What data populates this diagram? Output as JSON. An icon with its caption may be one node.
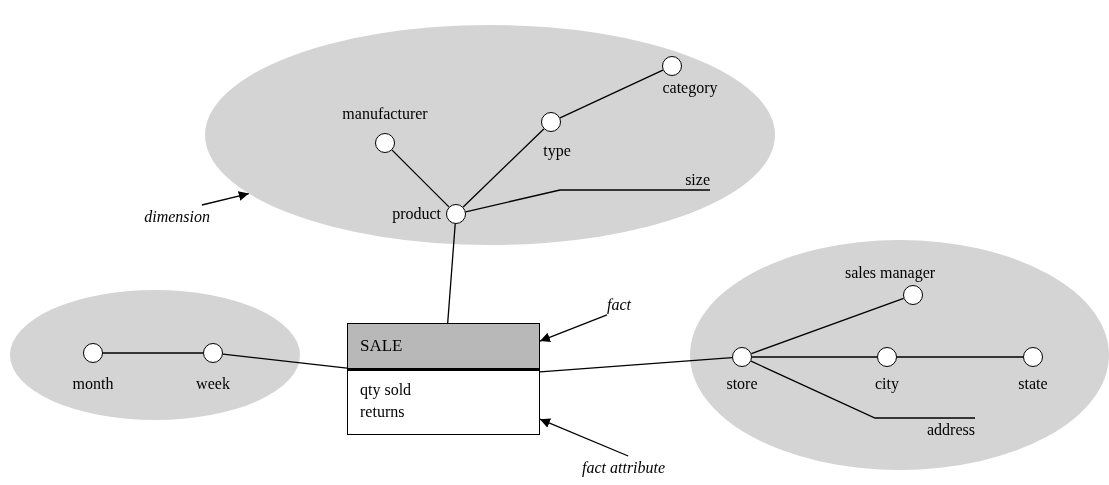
{
  "diagram": {
    "nodes": [
      {
        "text": [],
        "shape": "ellipse"
      },
      {
        "text": [],
        "shape": "circle",
        "in": 0,
        "beside": [
          "manufacturer"
        ]
      },
      {
        "text": [],
        "shape": "circle",
        "in": 0,
        "beside": [
          "category"
        ]
      },
      {
        "text": [],
        "shape": "circle",
        "in": 0,
        "beside": [
          "type"
        ]
      },
      {
        "text": [],
        "shape": "circle",
        "in": 0,
        "beside": [
          "product"
        ]
      },
      {
        "text": [
          "size"
        ],
        "in": 0
      },
      {
        "text": [
          "dimension"
        ]
      },
      {
        "text": [],
        "shape": "ellipse"
      },
      {
        "text": [],
        "shape": "circle",
        "in": 7,
        "beside": [
          "month"
        ]
      },
      {
        "text": [],
        "shape": "circle",
        "in": 7,
        "beside": [
          "week"
        ]
      },
      {
        "text": [
          "SALE",
          "qty sold",
          "returns"
        ]
      },
      {
        "text": [
          "fact"
        ]
      },
      {
        "text": [
          "fact attribute"
        ]
      },
      {
        "text": [],
        "shape": "ellipse"
      },
      {
        "text": [],
        "shape": "circle",
        "in": 13,
        "beside": [
          "sales manager"
        ]
      },
      {
        "text": [],
        "shape": "circle",
        "in": 13,
        "beside": [
          "store"
        ]
      },
      {
        "text": [],
        "shape": "circle",
        "in": 13,
        "beside": [
          "city"
        ]
      },
      {
        "text": [],
        "shape": "circle",
        "in": 13,
        "beside": [
          "state"
        ]
      },
      {
        "text": [
          "address"
        ],
        "in": 13
      }
    ],
    "edges": [
      {
        "from": 4,
        "to": 1,
        "arrow": "none"
      },
      {
        "from": 4,
        "to": 3,
        "arrow": "none"
      },
      {
        "from": 3,
        "to": 2,
        "arrow": "none"
      },
      {
        "from": 4,
        "to": 5,
        "arrow": "none"
      },
      {
        "from": 6,
        "to": 0,
        "arrow": "to"
      },
      {
        "from": 4,
        "to": 10,
        "arrow": "none"
      },
      {
        "from": 8,
        "to": 9,
        "arrow": "none"
      },
      {
        "from": 9,
        "to": 10,
        "arrow": "none"
      },
      {
        "from": 10,
        "to": 15,
        "arrow": "none"
      },
      {
        "from": 15,
        "to": 14,
        "arrow": "none"
      },
      {
        "from": 15,
        "to": 16,
        "arrow": "none"
      },
      {
        "from": 16,
        "to": 17,
        "arrow": "none"
      },
      {
        "from": 15,
        "to": 18,
        "arrow": "none"
      },
      {
        "from": 11,
        "to": 10,
        "arrow": "to"
      },
      {
        "from": 12,
        "to": 10,
        "arrow": "to"
      }
    ]
  }
}
